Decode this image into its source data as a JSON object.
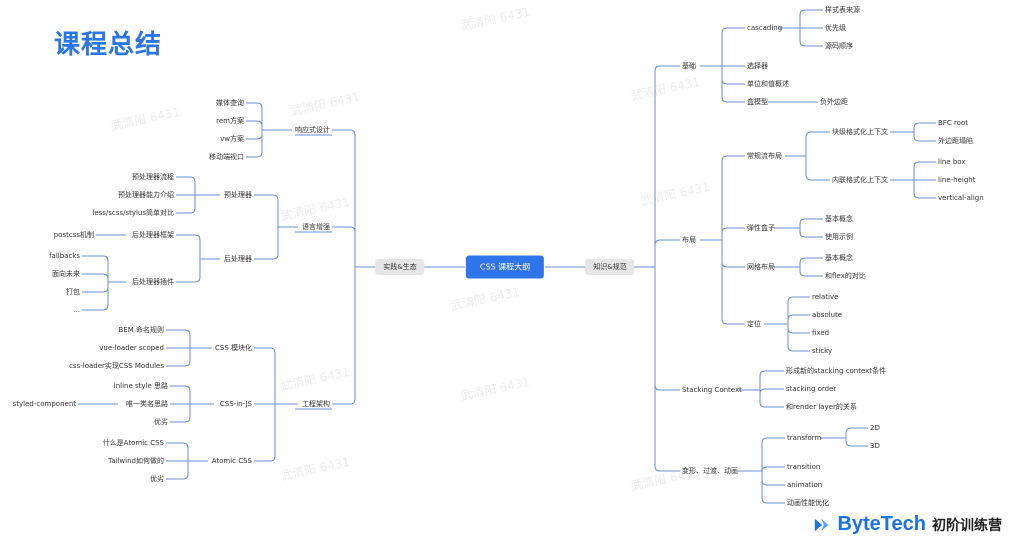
{
  "title": "课程总结",
  "center": "CSS 课程大纲",
  "left_branch": "实践&生态",
  "right_branch": "知识&规范",
  "watermark": "武清阳 6431",
  "brand": {
    "name": "ByteTech",
    "subtitle": "初阶训练营"
  },
  "colors": {
    "accent": "#2f74ea",
    "line": "#6a8fd4",
    "title": "#2a76e8"
  },
  "left": {
    "responsive": {
      "label": "响应式设计",
      "items": [
        "媒体查询",
        "rem方案",
        "vw方案",
        "移动端视口"
      ]
    },
    "enhance": {
      "label": "语言增强",
      "pre": {
        "label": "预处理器",
        "items": [
          "预处理器流程",
          "预处理器能力介绍",
          "less/scss/stylus简单对比"
        ]
      },
      "post": {
        "label": "后处理器",
        "framework": {
          "label": "后处理器框架",
          "items": [
            "postcss机制"
          ]
        },
        "plugins": {
          "label": "后处理器插件",
          "items": [
            "fallbacks",
            "面向未来",
            "打包",
            "..."
          ]
        }
      }
    },
    "engineering": {
      "label": "工程架构",
      "modular": {
        "label": "CSS 模块化",
        "items": [
          "BEM 命名规则",
          "vue-loader scoped",
          "css-loader实现CSS Modules"
        ]
      },
      "cssinjs": {
        "label": "CSS-in-JS",
        "items": [
          "inline style 思路",
          "唯一类名思路",
          "优劣"
        ],
        "extra": "styled-component"
      },
      "atomic": {
        "label": "Atomic CSS",
        "items": [
          "什么是Atomic CSS",
          "Tailwind如何做的",
          "优劣"
        ]
      }
    }
  },
  "right": {
    "basics": {
      "label": "基础",
      "cascading": {
        "label": "cascading",
        "items": [
          "样式表来源",
          "优先级",
          "源码顺序"
        ]
      },
      "items": [
        "选择器",
        "单位和值概述"
      ],
      "boxmodel": {
        "label": "盒模型",
        "items": [
          "负外边距"
        ]
      }
    },
    "layout": {
      "label": "布局",
      "flow": {
        "label": "常规流布局",
        "block": {
          "label": "块级格式化上下文",
          "items": [
            "BFC root",
            "外边距塌陷"
          ]
        },
        "inline": {
          "label": "内联格式化上下文",
          "items": [
            "line box",
            "line-height",
            "vertical-align"
          ]
        }
      },
      "flex": {
        "label": "弹性盒子",
        "items": [
          "基本概念",
          "使用示例"
        ]
      },
      "grid": {
        "label": "网格布局",
        "items": [
          "基本概念",
          "和flex的对比"
        ]
      },
      "position": {
        "label": "定位",
        "items": [
          "relative",
          "absolute",
          "fixed",
          "sticky"
        ]
      }
    },
    "stacking": {
      "label": "Stacking Context",
      "items": [
        "形成新的stacking context条件",
        "stacking order",
        "和render layer的关系"
      ]
    },
    "transform": {
      "label": "变形、过渡、动画",
      "tf": {
        "label": "transform",
        "items": [
          "2D",
          "3D"
        ]
      },
      "items": [
        "transition",
        "animation",
        "动画性能优化"
      ]
    }
  }
}
